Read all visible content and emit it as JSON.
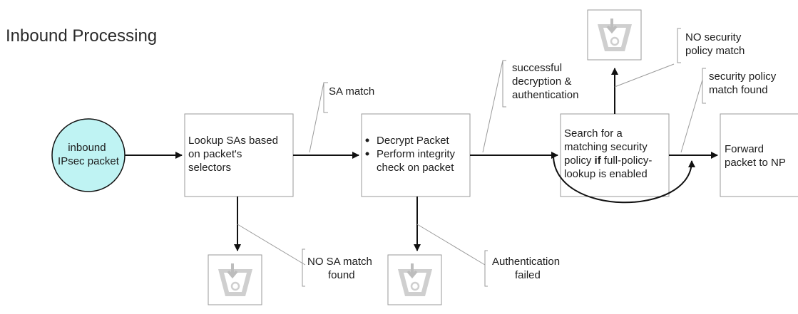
{
  "title": "Inbound Processing",
  "colors": {
    "start_fill": "#bff3f3",
    "box_stroke": "#9a9a9a",
    "arrow": "#111111",
    "trash_icon": "#c8c8c8"
  },
  "nodes": {
    "start": [
      "inbound",
      "IPsec packet"
    ],
    "lookup": [
      "Lookup SAs based",
      "on packet's",
      "selectors"
    ],
    "decrypt": [
      "Decrypt Packet",
      "Perform integrity",
      "check on packet"
    ],
    "search": {
      "line1": "Search for a",
      "line2": "matching security",
      "line3_pre": "policy ",
      "line3_bold": "if",
      "line3_post": " full-policy-",
      "line4": "lookup is enabled"
    },
    "forward": [
      "Forward",
      "packet to NP"
    ]
  },
  "callouts": {
    "sa_match": "SA match",
    "no_sa_match": [
      "NO SA match",
      "found"
    ],
    "auth_failed": [
      "Authentication",
      "failed"
    ],
    "decrypt_success": [
      "successful",
      "decryption &",
      "authentication"
    ],
    "no_policy": [
      "NO security",
      "policy match"
    ],
    "policy_found": [
      "security policy",
      "match found"
    ]
  },
  "icons": [
    "trash-discard-icon",
    "trash-discard-icon",
    "trash-discard-icon"
  ]
}
